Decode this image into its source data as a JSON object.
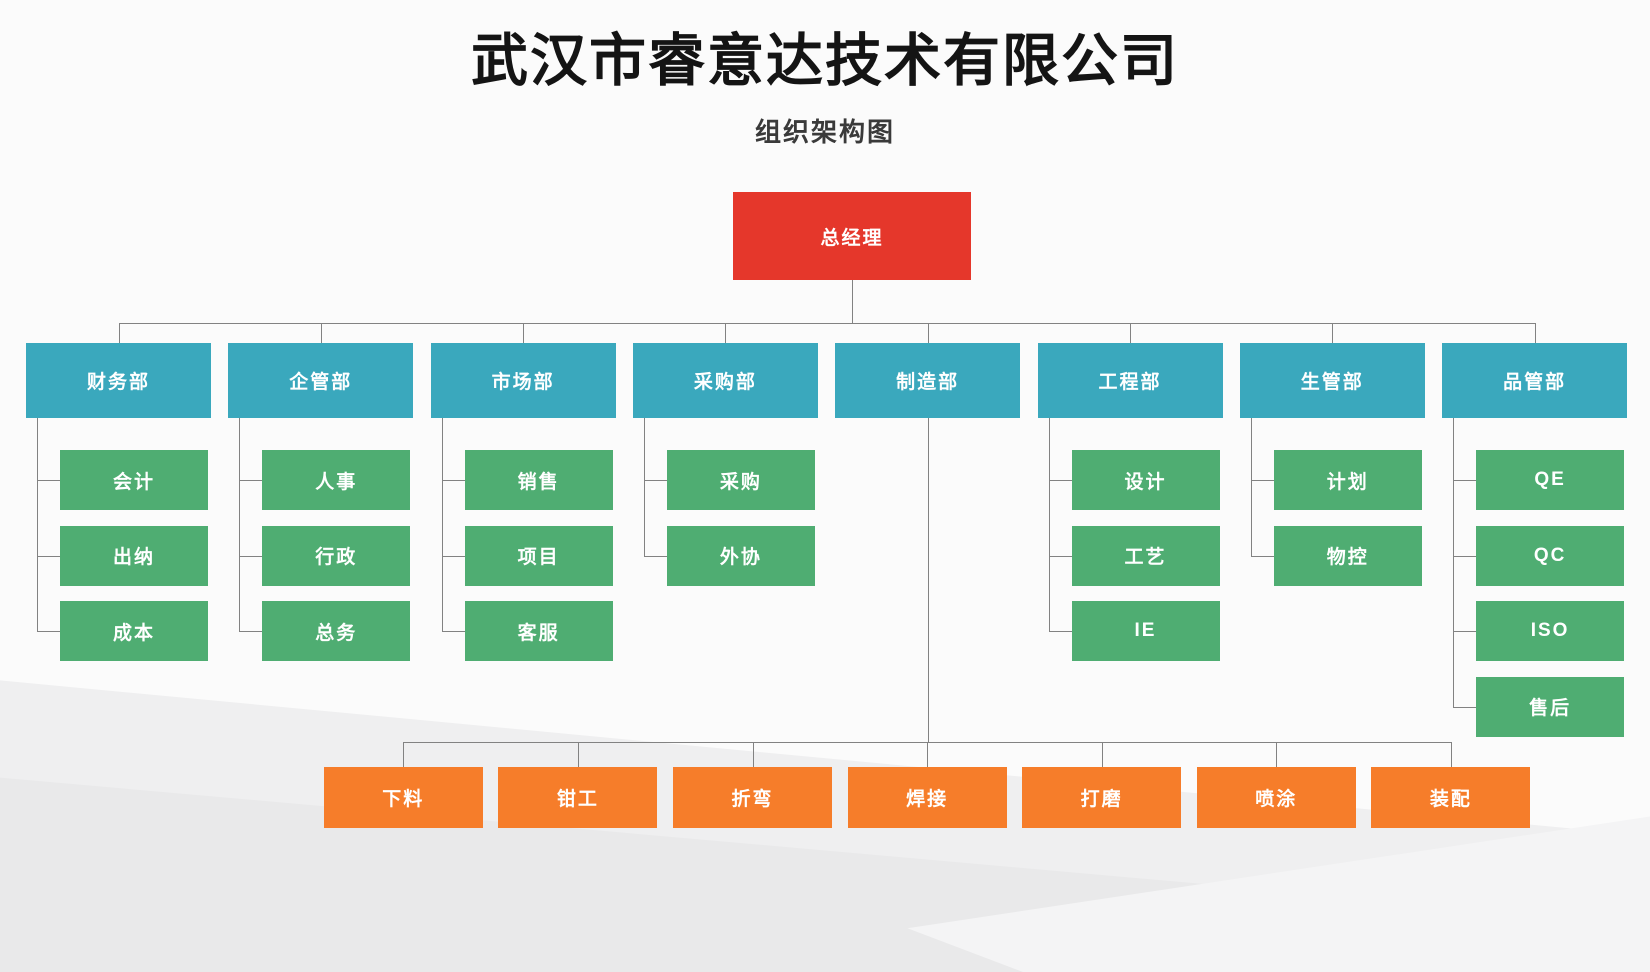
{
  "title": "武汉市睿意达技术有限公司",
  "subtitle": "组织架构图",
  "root": {
    "label": "总经理"
  },
  "departments": [
    {
      "label": "财务部",
      "children": [
        "会计",
        "出纳",
        "成本"
      ]
    },
    {
      "label": "企管部",
      "children": [
        "人事",
        "行政",
        "总务"
      ]
    },
    {
      "label": "市场部",
      "children": [
        "销售",
        "项目",
        "客服"
      ]
    },
    {
      "label": "采购部",
      "children": [
        "采购",
        "外协"
      ]
    },
    {
      "label": "制造部",
      "children": []
    },
    {
      "label": "工程部",
      "children": [
        "设计",
        "工艺",
        "IE"
      ]
    },
    {
      "label": "生管部",
      "children": [
        "计划",
        "物控"
      ]
    },
    {
      "label": "品管部",
      "children": [
        "QE",
        "QC",
        "ISO",
        "售后"
      ]
    }
  ],
  "workshops": [
    "下料",
    "钳工",
    "折弯",
    "焊接",
    "打磨",
    "喷涂",
    "装配"
  ],
  "colors": {
    "root": "#e5372b",
    "department": "#3aa8bd",
    "section": "#4fad72",
    "workshop": "#f67d2a",
    "connector": "#828282",
    "title_text": "#141414",
    "subtitle_text": "#3a3a3a",
    "node_text": "#ffffff"
  }
}
